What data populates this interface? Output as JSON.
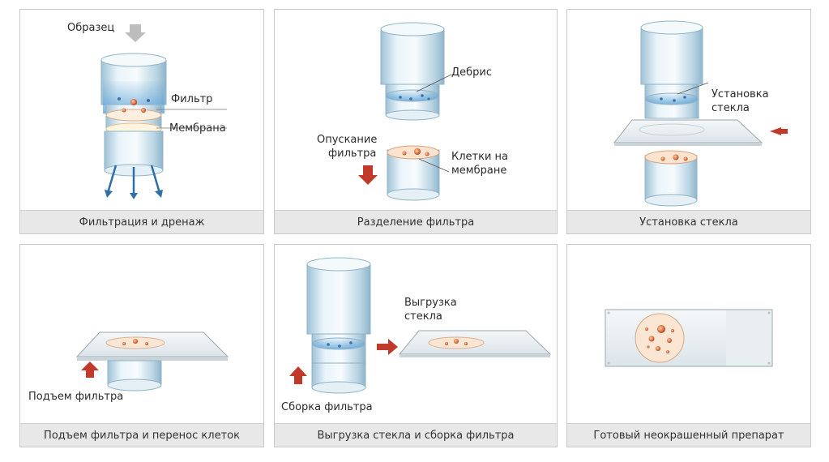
{
  "panels": [
    {
      "caption": "Фильтрация и дренаж",
      "labels": {
        "sample": "Образец",
        "filter": "Фильтр",
        "membrane": "Мембрана"
      }
    },
    {
      "caption": "Разделение фильтра",
      "labels": {
        "debris": "Дебрис",
        "lowering_1": "Опускание",
        "lowering_2": "фильтра",
        "cells_1": "Клетки на",
        "cells_2": "мембране"
      }
    },
    {
      "caption": "Установка стекла",
      "labels": {
        "mount_1": "Установка",
        "mount_2": "стекла"
      }
    },
    {
      "caption": "Подъем фильтра и перенос клеток",
      "labels": {
        "lift": "Подъем фильтра"
      }
    },
    {
      "caption": "Выгрузка стекла и сборка фильтра",
      "labels": {
        "unload_1": "Выгрузка",
        "unload_2": "стекла",
        "assembly": "Сборка фильтра"
      }
    },
    {
      "caption": "Готовый неокрашенный препарат",
      "labels": {}
    }
  ],
  "colors": {
    "arrow_red": "#c0392b",
    "flow_blue": "#2f6fa8",
    "caption_bg": "#e8e8e8",
    "sample_arrow": "#bdbdbd"
  },
  "icons": [
    "arrow-down-icon",
    "arrow-left-icon",
    "arrow-right-icon",
    "arrow-up-icon",
    "filter-cylinder-icon",
    "glass-slide-icon"
  ]
}
